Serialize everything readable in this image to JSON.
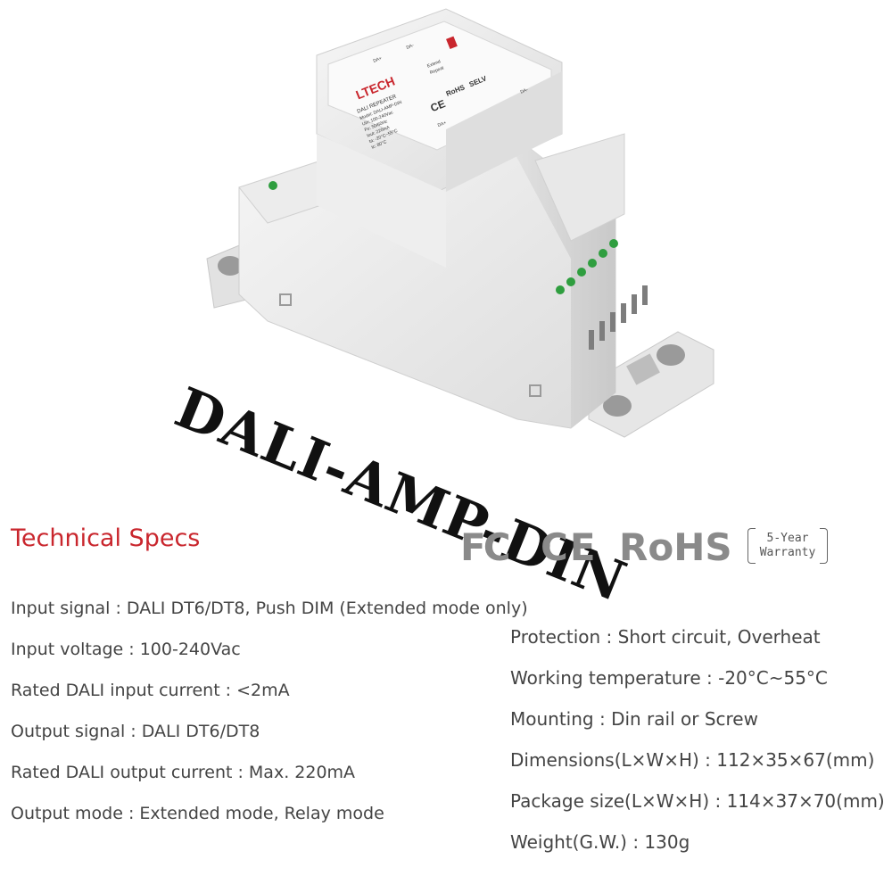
{
  "product": {
    "model_stamp": "DALI-AMP-DIN",
    "brand": "LTECH",
    "label_lines": [
      "DALI REPEATER",
      "Model: DALI-AMP-DIN",
      "Uin: 100-240Vac",
      "Fo: 50/60Hz",
      "Iout: 220mA",
      "ta: -20°C~55°C",
      "tc: 80°C"
    ],
    "switch_labels": [
      "Extend",
      "Repeat"
    ],
    "port_labels": [
      "DA+",
      "DA-",
      "DA+",
      "DA-"
    ],
    "marks": [
      "CE",
      "RoHS",
      "SELV"
    ]
  },
  "heading": {
    "text": "Technical Specs",
    "color": "#c9262d"
  },
  "certifications": {
    "fcc": "FC",
    "ce": "CE",
    "rohs": "RoHS",
    "warranty_line1": "5-Year",
    "warranty_line2": "Warranty"
  },
  "specs_left": [
    "Input signal : DALI DT6/DT8, Push DIM (Extended mode only)",
    "Input voltage : 100-240Vac",
    "Rated DALI input current : <2mA",
    "Output signal : DALI DT6/DT8",
    "Rated DALI output current : Max. 220mA",
    "Output mode : Extended mode, Relay mode"
  ],
  "specs_right": [
    "Protection : Short circuit, Overheat",
    "Working temperature : -20°C~55°C",
    "Mounting : Din rail or Screw",
    "Dimensions(L×W×H) : 112×35×67(mm)",
    "Package size(L×W×H) : 114×37×70(mm)",
    "Weight(G.W.) : 130g"
  ],
  "colors": {
    "text": "#444444",
    "logo_gray": "#8a8a8a",
    "terminal_green": "#2f9e3f"
  }
}
